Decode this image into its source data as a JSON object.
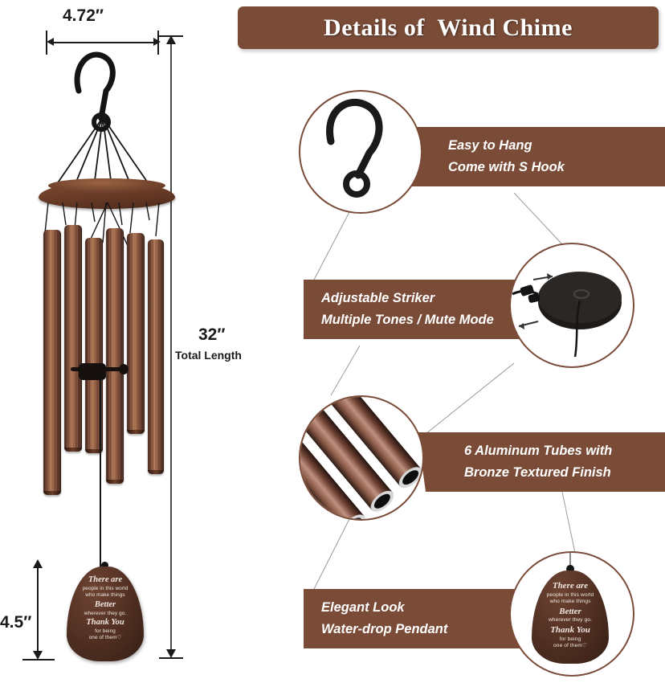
{
  "header": {
    "title": "Details of  Wind Chime",
    "bar_color": "#7a4c38",
    "text_color": "#ffffff"
  },
  "dimensions": {
    "width_label": "4.72″",
    "total_length_value": "32″",
    "total_length_caption": "Total Length",
    "drop_label": "4.5″"
  },
  "product": {
    "name": "memorial-wind-chime",
    "tube_count": 6,
    "finish_color": "#7d4a33",
    "hardware_color": "#161616",
    "pendant": {
      "shape": "water-drop",
      "engraving": [
        "There are",
        "people in this world",
        "who make things",
        "Better",
        "wherever they go.",
        "Thank You",
        "for being",
        "one of them♡"
      ]
    }
  },
  "callouts": [
    {
      "id": "easy-to-hang",
      "line1": "Easy to Hang",
      "line2": "Come with S Hook",
      "icon": "s-hook-icon"
    },
    {
      "id": "adjustable-striker",
      "line1": "Adjustable Striker",
      "line2": "Multiple Tones / Mute Mode",
      "icon": "striker-disc-icon"
    },
    {
      "id": "aluminum-tubes",
      "line1": "6 Aluminum Tubes with",
      "line2": "Bronze Textured Finish",
      "icon": "tubes-icon"
    },
    {
      "id": "water-drop-pendant",
      "line1": "Elegant  Look",
      "line2": "Water-drop Pendant",
      "icon": "pendant-icon"
    }
  ]
}
